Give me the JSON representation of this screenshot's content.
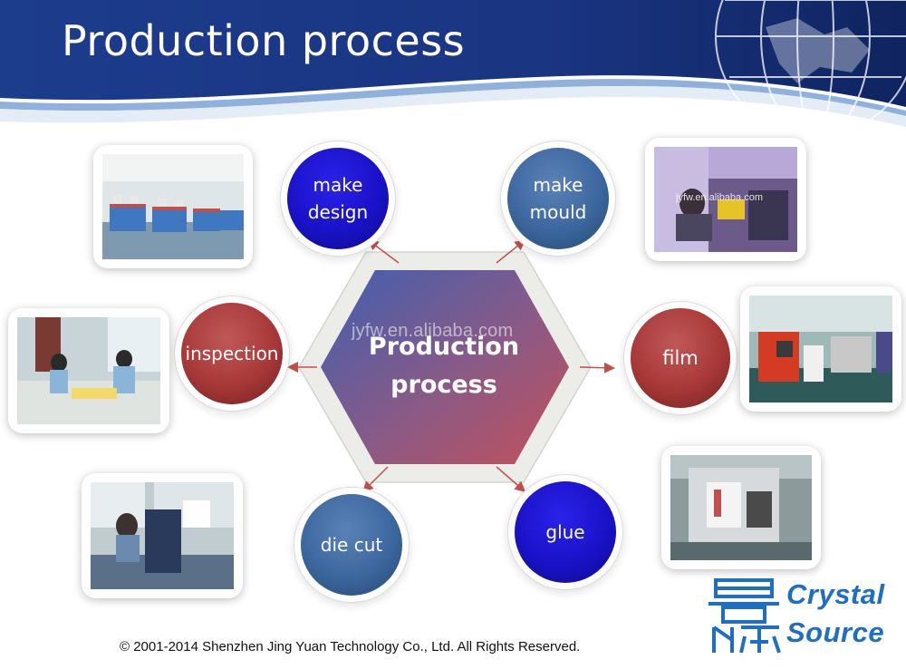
{
  "slide": {
    "title": "Production process",
    "center_label": "Production\nprocess",
    "watermark": "jyfw.en.alibaba.com",
    "footer": "© 2001-2014 Shenzhen Jing Yuan Technology Co., Ltd. All Rights Reserved."
  },
  "steps": {
    "make_design": "make\ndesign",
    "make_mould": "make\nmould",
    "film": "film",
    "glue": "glue",
    "die_cut": "die cut",
    "inspection": "inspection"
  },
  "photos": {
    "mould_watermark": "jyfw.en.alibaba.com"
  },
  "logo": {
    "line1": "Crystal",
    "line2": "Source"
  },
  "colors": {
    "header_blue": "#1b3a86",
    "bright_blue": "#1a12c8",
    "slate_blue": "#3c679e",
    "red": "#a83838",
    "arrow_red": "#c0504d",
    "logo_blue": "#1e6fc0"
  }
}
